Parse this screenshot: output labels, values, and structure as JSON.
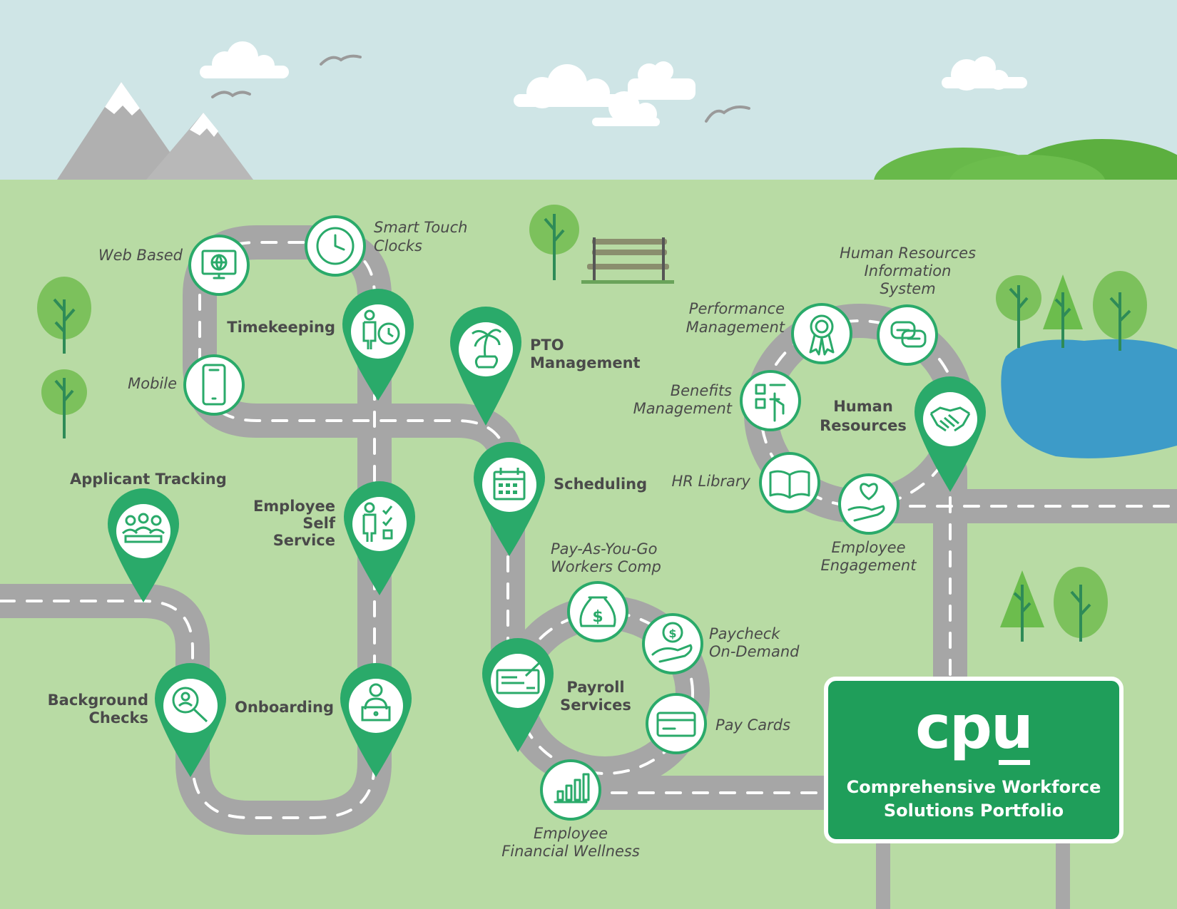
{
  "colors": {
    "sky": "#cfe5e6",
    "grass": "#b8dba4",
    "road": "#a6a6a6",
    "pin": "#2aaa6a",
    "lake": "#3d9bc8",
    "tree": "#7cc15c",
    "hill": "#66b84a",
    "sign": "#1f9e5a"
  },
  "sign": {
    "logo": "cpu",
    "title_line1": "Comprehensive Workforce",
    "title_line2": "Solutions Portfolio"
  },
  "hubs": {
    "timekeeping": "Timekeeping",
    "pto_line1": "PTO",
    "pto_line2": "Management",
    "scheduling": "Scheduling",
    "applicant_tracking": "Applicant Tracking",
    "ess_line1": "Employee",
    "ess_line2": "Self",
    "ess_line3": "Service",
    "background_line1": "Background",
    "background_line2": "Checks",
    "onboarding": "Onboarding",
    "payroll_line1": "Payroll",
    "payroll_line2": "Services",
    "hr_line1": "Human",
    "hr_line2": "Resources"
  },
  "features": {
    "web_based": "Web Based",
    "smart_touch_line1": "Smart Touch",
    "smart_touch_line2": "Clocks",
    "mobile": "Mobile",
    "payg_line1": "Pay-As-You-Go",
    "payg_line2": "Workers Comp",
    "paycheck_line1": "Paycheck",
    "paycheck_line2": "On-Demand",
    "pay_cards": "Pay Cards",
    "wellness_line1": "Employee",
    "wellness_line2": "Financial Wellness",
    "hris_line1": "Human Resources",
    "hris_line2": "Information",
    "hris_line3": "System",
    "performance_line1": "Performance",
    "performance_line2": "Management",
    "benefits_line1": "Benefits",
    "benefits_line2": "Management",
    "hr_library": "HR Library",
    "engagement_line1": "Employee",
    "engagement_line2": "Engagement"
  }
}
